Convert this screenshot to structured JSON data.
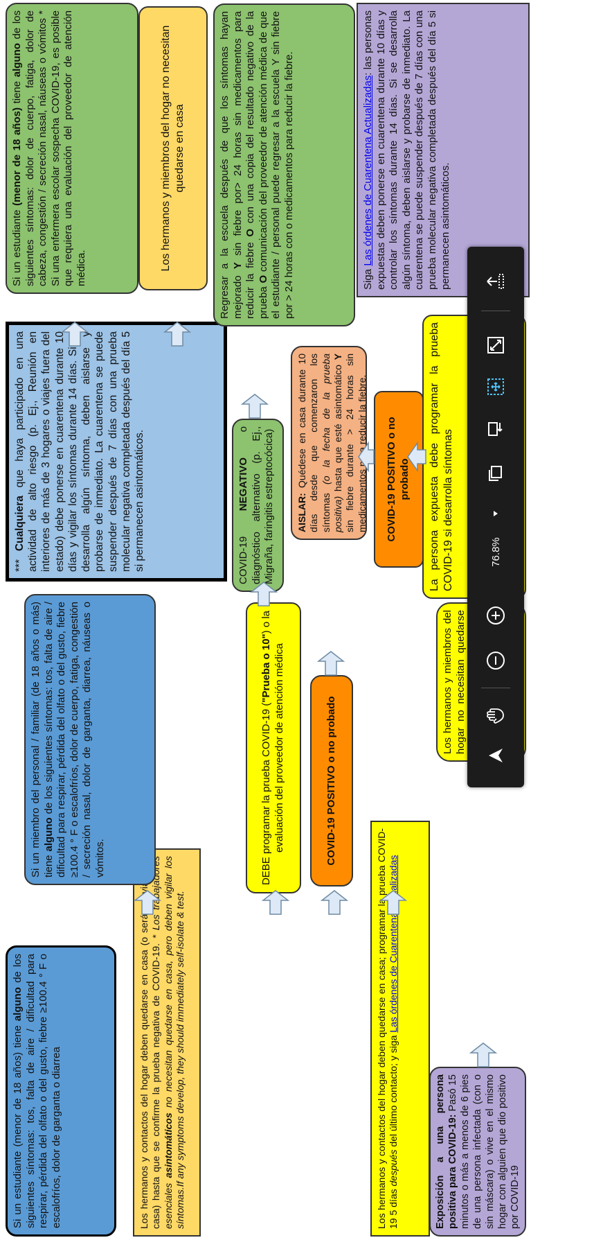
{
  "boxes": {
    "student_symptom": {
      "t1": "Si un estudiante (menor de 18 años) tiene ",
      "b1": "alguno",
      "t2": " de los siguientes síntomas: tos, falta de aire / dificultad para respirar, pérdida del olfato o del gusto, fiebre ≥100.4 ° F o escalofríos, dolor de garganta o diarrea"
    },
    "staff_symptom": {
      "t1": "Si un miembro del personal / familiar (de 18 años o más) tiene ",
      "b1": "alguno",
      "t2": " de los siguientes síntomas: tos, falta de aire / dificultad para respirar, pérdida del olfato o del gusto, fiebre ≥100.4 ° F o escalofríos, dolor de cuerpo, fatiga, congestión / secreción nasal, dolor de garganta, diarrea, náuseas o vómitos."
    },
    "high_risk": {
      "t0": "*** ",
      "b1": "Cualquiera",
      "t1": " que haya participado en una actividad de alto riesgo (p. Ej., Reunión en interiores de más de 3 hogares o viajes fuera del estado) debe ponerse en cuarentena durante 10 días y vigilar los síntomas durante 14 días. Si se desarrolla algún síntoma, deben aislarse y probarse de inmediato. La cuarentena se puede suspender después de 7 días con una prueba molecular negativa completada después del día 5 si permanecen asintomáticos."
    },
    "student_mild": {
      "t1": "Si un estudiante ",
      "b1": "(menor de 18 años)",
      "t2": " tiene ",
      "b2": "alguno",
      "t3": " de los siguientes síntomas: dolor de cuerpo, fatiga, dolor de cabeza, congestión / secreción nasal, náuseas o vómitos * Si una enfermera escolar sospecha COVID-19, es posible que requiera una evaluación del proveedor de atención médica."
    },
    "household_stay": {
      "t1": "Los hermanos y contactos del hogar deben quedarse en casa (o serán enviados a casa) hasta que se confirme la prueba negativa de COVID-19. ",
      "i1": "* Los trabajadores esenciales ",
      "bi1": "asintomáticos",
      "i2": " no necesitan quedarse en casa, pero deben vigilar los síntomas.If any symptoms develop, they should immediately self-isolate & test."
    },
    "siblings_no_home_top": "Los hermanos y miembros del hogar no necesitan quedarse en casa",
    "return_school": {
      "t1": "Regresar a la escuela después de que los síntomas hayan mejorado ",
      "b1": "Y",
      "t2": " sin fiebre por> 24 horas sin medicamentos para reducir la fiebre ",
      "b2": "O",
      "t3": " con una copia del resultado negativo de la prueba ",
      "b3": "O",
      "t4": " comunicación del proveedor de atención médica de que el estudiante / personal puede regresar a la escuela Y sin fiebre por > 24 horas con o medicamentos para reducir la fiebre."
    },
    "quarantine_orders": {
      "t1": "Siga ",
      "link": "Las órdenes de Cuarentena Actualizadas",
      "t2": ": las personas expuestas deben ponerse en cuarentena durante 10 días y controlar los síntomas durante 14 días. Si se desarrolla algún síntoma, deben aislarse y probarse de inmediato. La cuarentena se puede suspender después de 7 días con una prueba molecular negativa completada después del día 5 si permanecen asintomáticos."
    },
    "must_test": {
      "t1": "DEBE programar la prueba COVID-19 (",
      "b1": "\"Prueba o 10\"",
      "t2": ") o la evaluación del proveedor de atención médica"
    },
    "negative": {
      "t1": "COVID-19 ",
      "b1": "NEGATIVO",
      "t2": " o diagnóstico alternativo (p. Ej., Migraña, faringitis estreptocócica)"
    },
    "positive_1": "COVID-19 POSITIVO o no probado",
    "positive_2": "COVID-19 POSITIVO o no probado",
    "isolate": {
      "b1": "AISLAR:",
      "t1": " Quédese en casa durante 10 días desde que comenzaron los síntomas ",
      "i1": "(o la fecha de la prueba positiva)",
      "t2": " hasta que esté asintomático ",
      "b2": "Y",
      "t3": " sin fiebre durante > 24 horas sin medicamentos para reducir la fiebre."
    },
    "household_after": {
      "t1": "Los hermanos y contactos del hogar deben quedarse en casa; programar la prueba COVID-19 5 días ",
      "i1": "después",
      "t2": " del último contacto; y siga ",
      "link": "Las órdenes de Cuarentena Actualizadas"
    },
    "exposure": {
      "b1": "Exposición a una persona positiva para COVID-19:",
      "t1": " Pasó 15 minutos o más a menos de 6 pies de una persona infectada (con o sin máscara) o vive en el mismo hogar con alguien que dio positivo por COVID-19"
    },
    "siblings_no_home_bottom": "Los hermanos y miembros del hogar no necesitan quedarse en casa si la persona expuesta no tiene síntomas. Los hermanos y miembros del hogar.",
    "exposed_must_test": "La persona expuesta debe programar la prueba COVID-19 si desarrolla síntomas"
  },
  "toolbar": {
    "zoom_label": "76.8%",
    "icons": [
      "exit-fullscreen-icon",
      "fit-screen-icon",
      "select-area-icon",
      "rotate-page-icon",
      "copy-page-icon",
      "zoom-dropdown-icon",
      "zoom-in-icon",
      "zoom-out-icon",
      "pan-hand-icon",
      "pointer-icon"
    ]
  },
  "colors": {
    "green": "#8dc26f",
    "blue": "#5b9bd5",
    "light_blue": "#9dc3e6",
    "yellow": "#ffff00",
    "gold": "#ffd966",
    "orange": "#ff8c00",
    "peach": "#f4b183",
    "purple": "#b4a7d6",
    "toolbar_bg": "#1c1c1c"
  }
}
